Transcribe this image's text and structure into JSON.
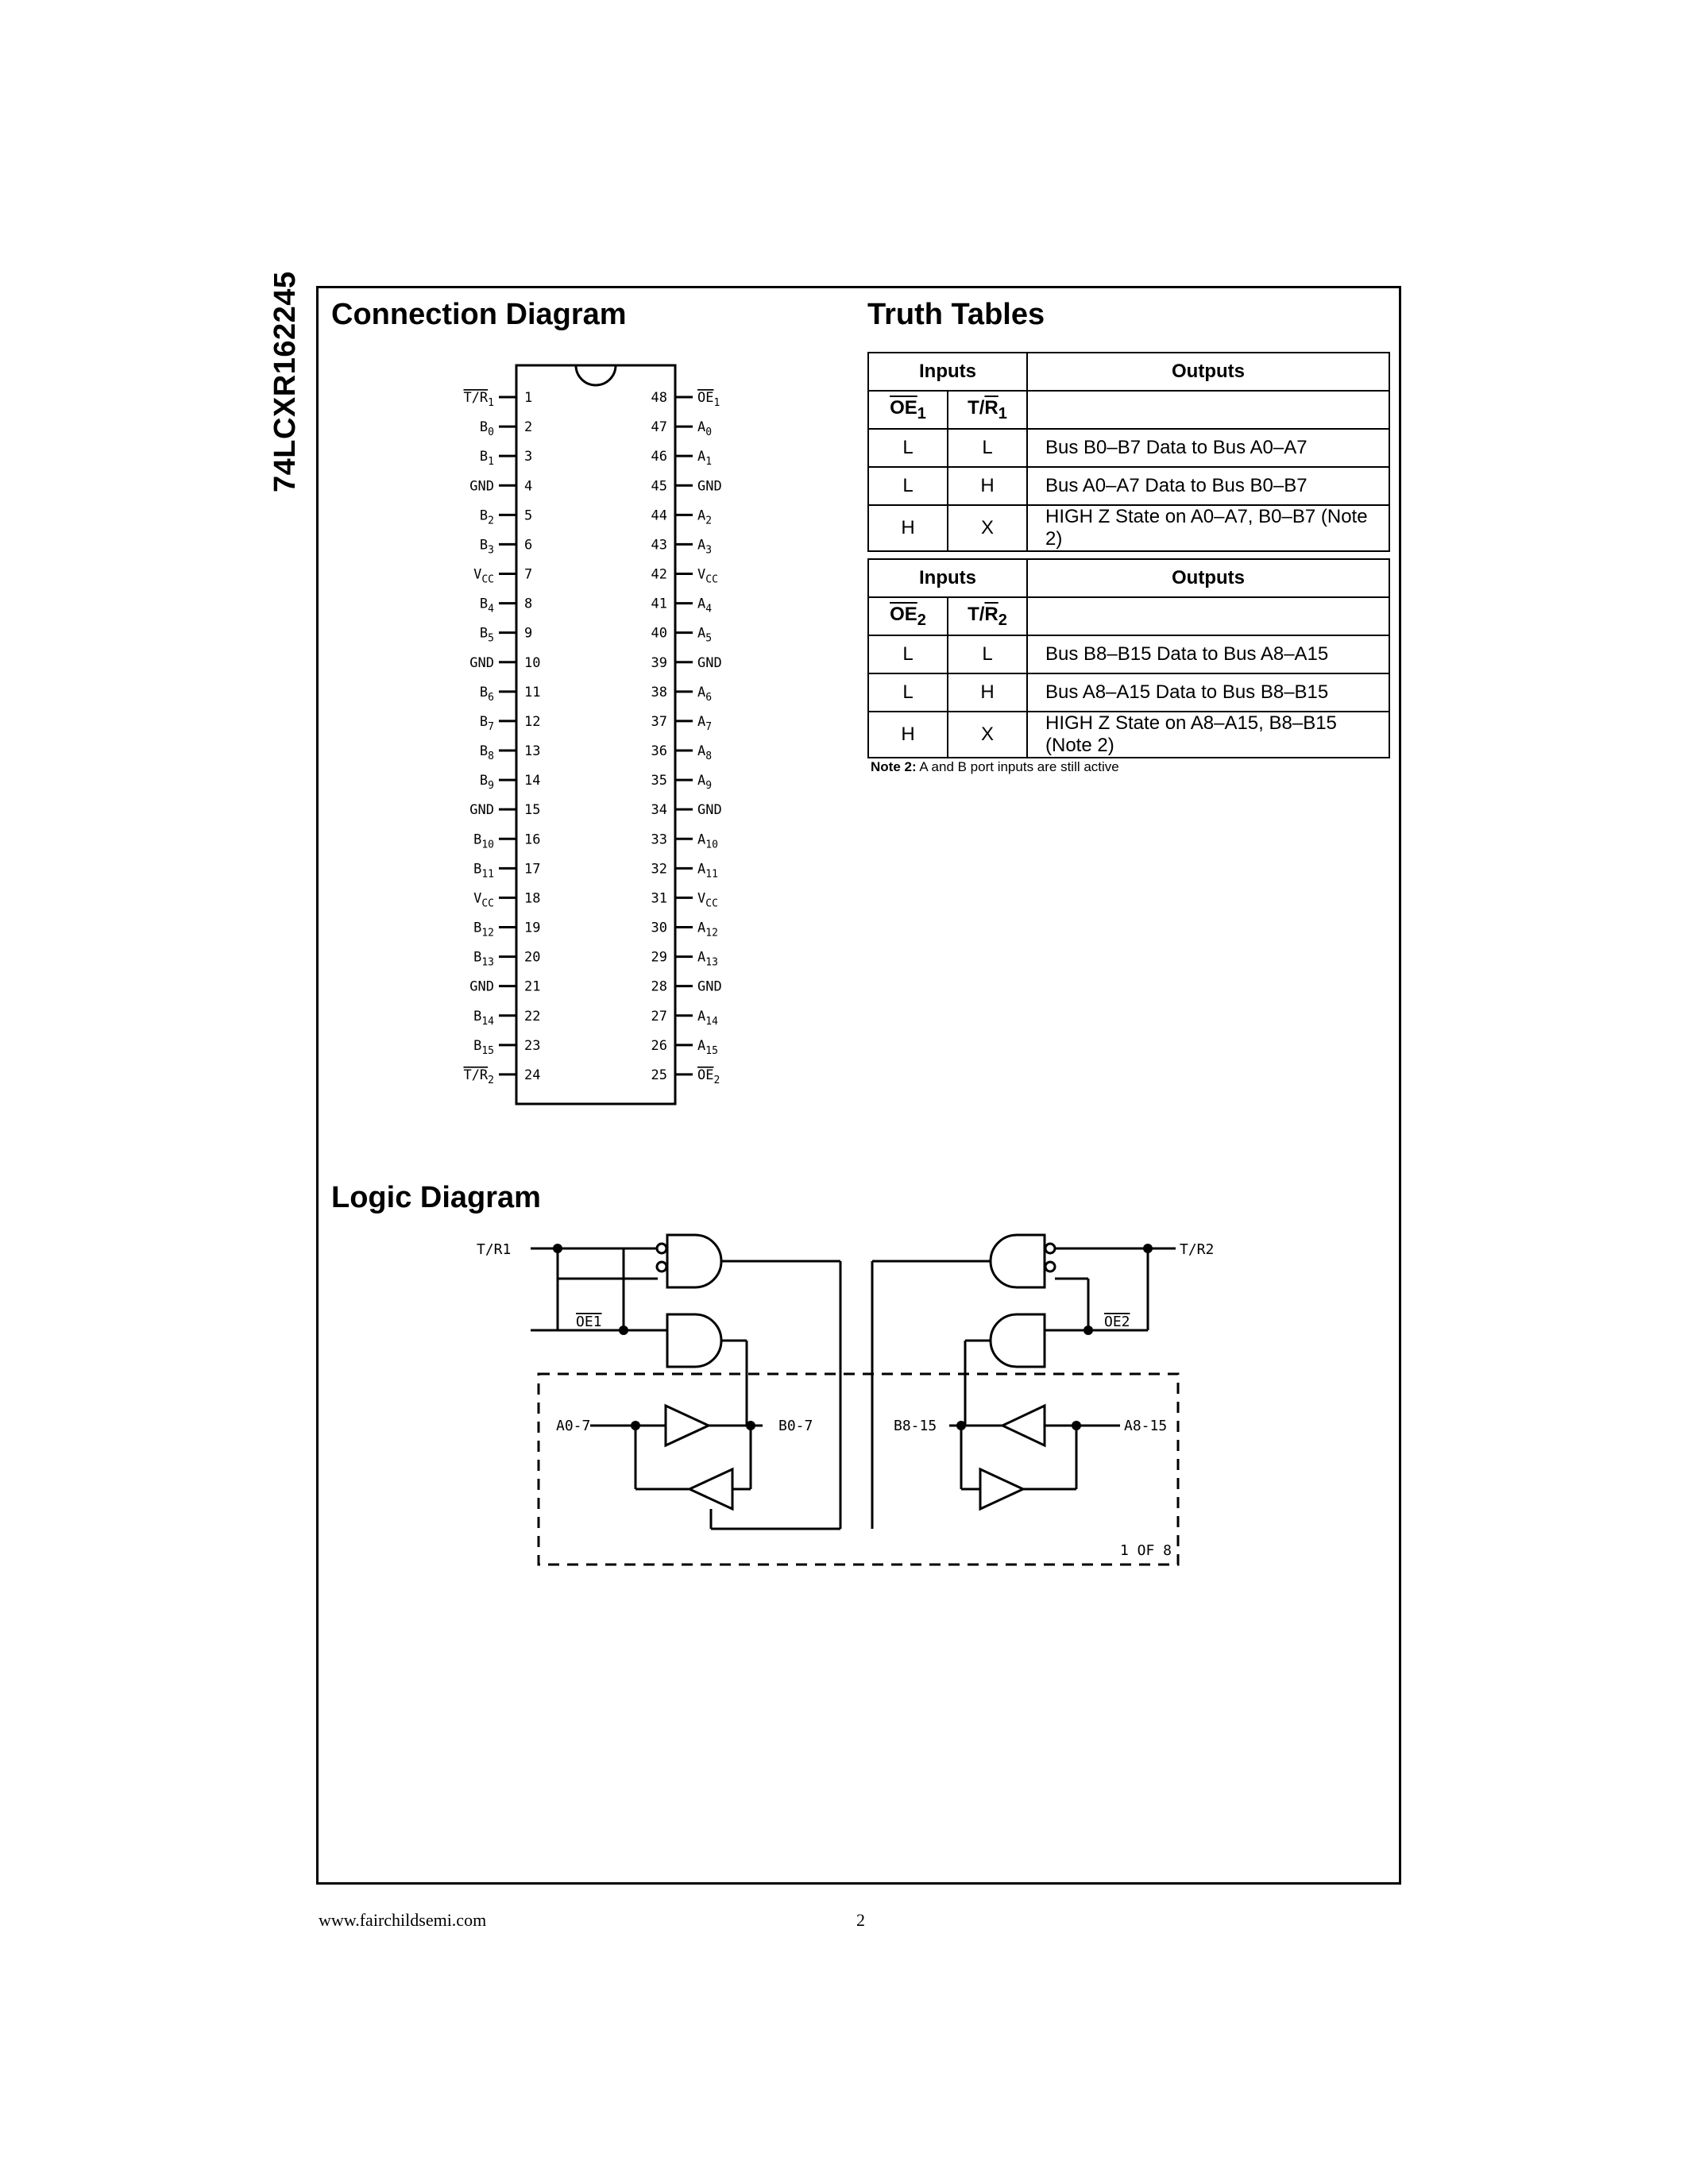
{
  "document": {
    "side_title": "74LCXR162245",
    "connection_title": "Connection Diagram",
    "truth_title": "Truth Tables",
    "logic_title": "Logic Diagram",
    "footer_url": "www.fairchildsemi.com",
    "page_number": "2"
  },
  "connection_diagram": {
    "left_pins": [
      {
        "num": "1",
        "label": "T/R1",
        "sub": "1",
        "name": "T/R",
        "ovl": true
      },
      {
        "num": "2",
        "name": "B",
        "sub": "0"
      },
      {
        "num": "3",
        "name": "B",
        "sub": "1"
      },
      {
        "num": "4",
        "name": "GND",
        "sub": ""
      },
      {
        "num": "5",
        "name": "B",
        "sub": "2"
      },
      {
        "num": "6",
        "name": "B",
        "sub": "3"
      },
      {
        "num": "7",
        "name": "V",
        "sub": "CC"
      },
      {
        "num": "8",
        "name": "B",
        "sub": "4"
      },
      {
        "num": "9",
        "name": "B",
        "sub": "5"
      },
      {
        "num": "10",
        "name": "GND",
        "sub": ""
      },
      {
        "num": "11",
        "name": "B",
        "sub": "6"
      },
      {
        "num": "12",
        "name": "B",
        "sub": "7"
      },
      {
        "num": "13",
        "name": "B",
        "sub": "8"
      },
      {
        "num": "14",
        "name": "B",
        "sub": "9"
      },
      {
        "num": "15",
        "name": "GND",
        "sub": ""
      },
      {
        "num": "16",
        "name": "B",
        "sub": "10"
      },
      {
        "num": "17",
        "name": "B",
        "sub": "11"
      },
      {
        "num": "18",
        "name": "V",
        "sub": "CC"
      },
      {
        "num": "19",
        "name": "B",
        "sub": "12"
      },
      {
        "num": "20",
        "name": "B",
        "sub": "13"
      },
      {
        "num": "21",
        "name": "GND",
        "sub": ""
      },
      {
        "num": "22",
        "name": "B",
        "sub": "14"
      },
      {
        "num": "23",
        "name": "B",
        "sub": "15"
      },
      {
        "num": "24",
        "name": "T/R",
        "sub": "2",
        "ovl": true
      }
    ],
    "right_pins": [
      {
        "num": "48",
        "name": "OE",
        "sub": "1",
        "ovl": true
      },
      {
        "num": "47",
        "name": "A",
        "sub": "0"
      },
      {
        "num": "46",
        "name": "A",
        "sub": "1"
      },
      {
        "num": "45",
        "name": "GND",
        "sub": ""
      },
      {
        "num": "44",
        "name": "A",
        "sub": "2"
      },
      {
        "num": "43",
        "name": "A",
        "sub": "3"
      },
      {
        "num": "42",
        "name": "V",
        "sub": "CC"
      },
      {
        "num": "41",
        "name": "A",
        "sub": "4"
      },
      {
        "num": "40",
        "name": "A",
        "sub": "5"
      },
      {
        "num": "39",
        "name": "GND",
        "sub": ""
      },
      {
        "num": "38",
        "name": "A",
        "sub": "6"
      },
      {
        "num": "37",
        "name": "A",
        "sub": "7"
      },
      {
        "num": "36",
        "name": "A",
        "sub": "8"
      },
      {
        "num": "35",
        "name": "A",
        "sub": "9"
      },
      {
        "num": "34",
        "name": "GND",
        "sub": ""
      },
      {
        "num": "33",
        "name": "A",
        "sub": "10"
      },
      {
        "num": "32",
        "name": "A",
        "sub": "11"
      },
      {
        "num": "31",
        "name": "V",
        "sub": "CC"
      },
      {
        "num": "30",
        "name": "A",
        "sub": "12"
      },
      {
        "num": "29",
        "name": "A",
        "sub": "13"
      },
      {
        "num": "28",
        "name": "GND",
        "sub": ""
      },
      {
        "num": "27",
        "name": "A",
        "sub": "14"
      },
      {
        "num": "26",
        "name": "A",
        "sub": "15"
      },
      {
        "num": "25",
        "name": "OE",
        "sub": "2",
        "ovl": true
      }
    ]
  },
  "truth_tables": [
    {
      "inputs_label": "Inputs",
      "outputs_label": "Outputs",
      "col1": {
        "main": "OE",
        "sub": "1"
      },
      "col2": {
        "main": "T/R",
        "sub": "1"
      },
      "rows": [
        {
          "a": "L",
          "b": "L",
          "out": "Bus B0–B7 Data to Bus A0–A7"
        },
        {
          "a": "L",
          "b": "H",
          "out": "Bus A0–A7 Data to Bus B0–B7"
        },
        {
          "a": "H",
          "b": "X",
          "out": "HIGH Z State on A0–A7, B0–B7 (Note 2)"
        }
      ]
    },
    {
      "inputs_label": "Inputs",
      "outputs_label": "Outputs",
      "col1": {
        "main": "OE",
        "sub": "2"
      },
      "col2": {
        "main": "T/R",
        "sub": "2"
      },
      "rows": [
        {
          "a": "L",
          "b": "L",
          "out": "Bus B8–B15 Data to Bus A8–A15"
        },
        {
          "a": "L",
          "b": "H",
          "out": "Bus A8–A15 Data to Bus B8–B15"
        },
        {
          "a": "H",
          "b": "X",
          "out": "HIGH Z State on A8–A15, B8–B15 (Note 2)"
        }
      ]
    }
  ],
  "note": {
    "label": "Note 2:",
    "text": " A and B port inputs are still active"
  },
  "logic_diagram": {
    "tr1": "T/R1",
    "oe1": "OE1",
    "tr2": "T/R2",
    "oe2": "OE2",
    "a07": "A0-7",
    "b07": "B0-7",
    "b815": "B8-15",
    "a815": "A8-15",
    "one_of": "1 OF 8"
  }
}
